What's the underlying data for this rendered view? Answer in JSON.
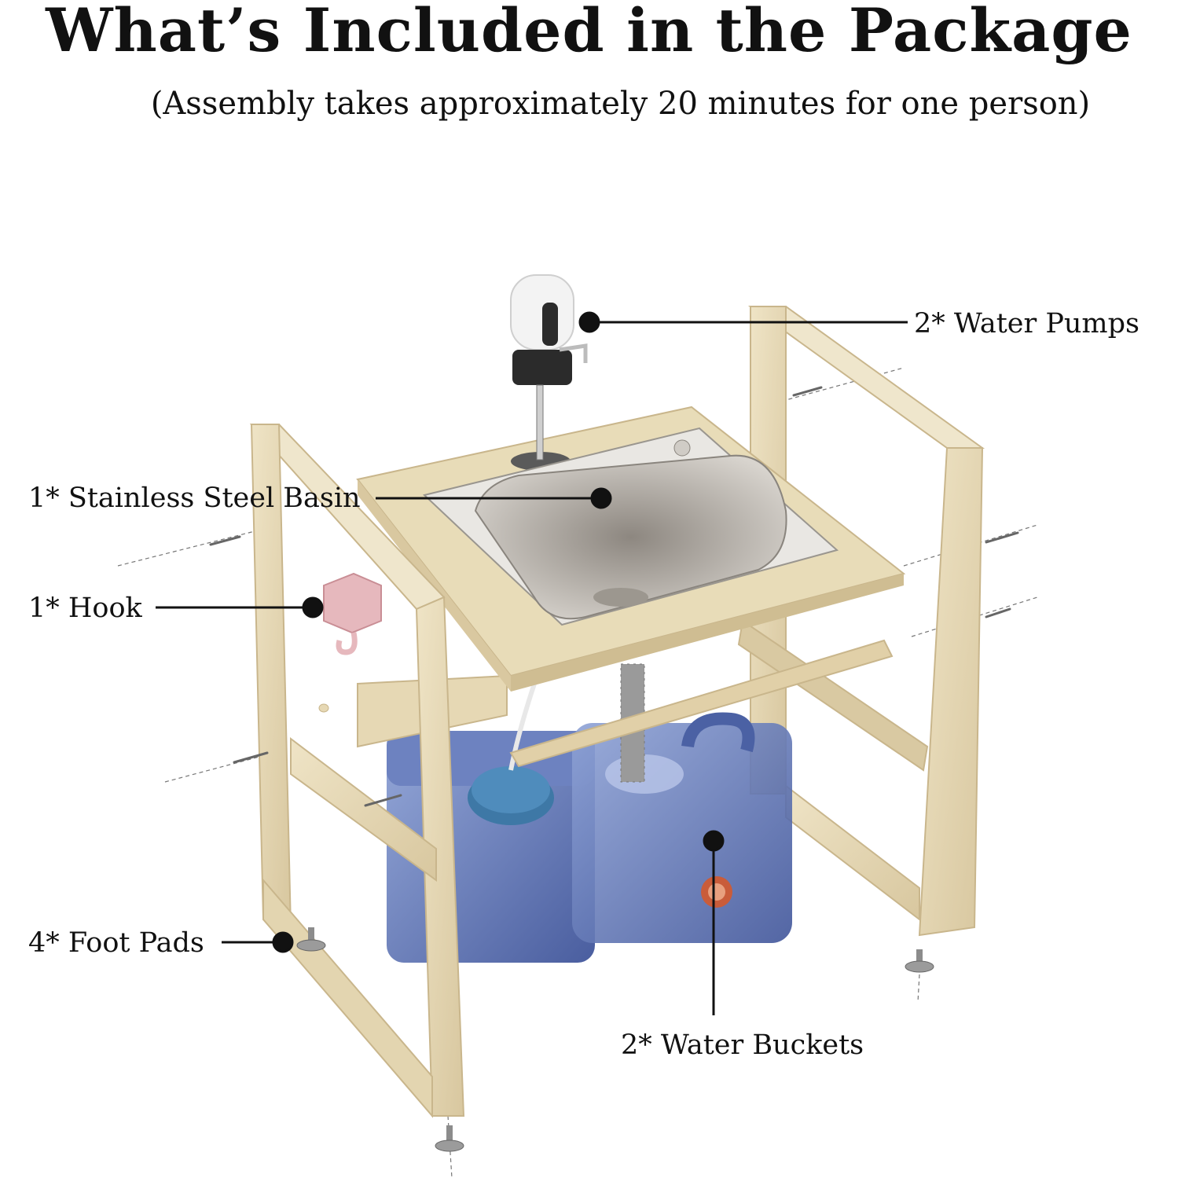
{
  "header": {
    "title": "What’s Included in the Package",
    "subtitle": "(Assembly takes approximately 20 minutes for one person)"
  },
  "callouts": {
    "water_pumps": "2* Water Pumps",
    "basin": "1* Stainless Steel Basin",
    "hook": "1* Hook",
    "foot_pads": "4* Foot Pads",
    "water_buckets": "2* Water Buckets"
  },
  "colors": {
    "wood": "#e2d4b0",
    "wood_shadow": "#cbb98f",
    "steel": "#b7b3ad",
    "bucket": "#5a6fae",
    "hook": "#e6b8bd",
    "pump_body": "#f2f2f2",
    "pump_base": "#2b2b2b"
  }
}
